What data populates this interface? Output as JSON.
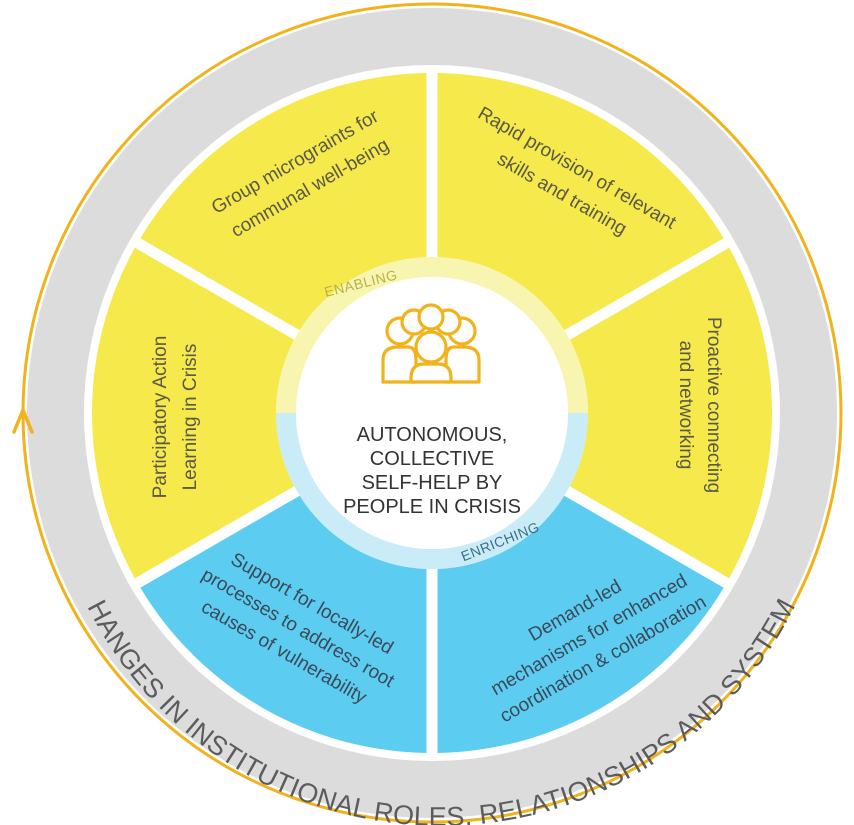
{
  "center": {
    "lines": [
      "AUTONOMOUS,",
      "COLLECTIVE",
      "SELF-HELP BY",
      "PEOPLE IN CRISIS"
    ],
    "icon": "people-group-icon"
  },
  "rings": {
    "enabling": "ENABLING",
    "enriching": "ENRICHING"
  },
  "segments": [
    {
      "lines": [
        "Group micrograints for",
        "communal well-being"
      ],
      "color": "#f5e94c"
    },
    {
      "lines": [
        "Rapid provision of relevant",
        "skills and training"
      ],
      "color": "#f5e94c"
    },
    {
      "lines": [
        "Proactive connecting",
        "and networking"
      ],
      "color": "#f5e94c"
    },
    {
      "lines": [
        "Demand-led",
        "mechanisms for enhanced",
        "coordination & collaboration"
      ],
      "color": "#5ccdf0"
    },
    {
      "lines": [
        "Support for locally-led",
        "processes to address root",
        "causes of vulnerability"
      ],
      "color": "#5ccdf0"
    },
    {
      "lines": [
        "Participatory Action",
        "Learning in Crisis"
      ],
      "color": "#f5e94c"
    }
  ],
  "outer_label": "CHANGES IN INSTITUTIONAL ROLES, RELATIONSHIPS AND SYSTEMS",
  "colors": {
    "outer_ring": "#dcdcdc",
    "cycle_arrow": "#f2b21b",
    "yellow": "#f5e94c",
    "blue": "#5ccdf0",
    "icon": "#f2b21b"
  }
}
